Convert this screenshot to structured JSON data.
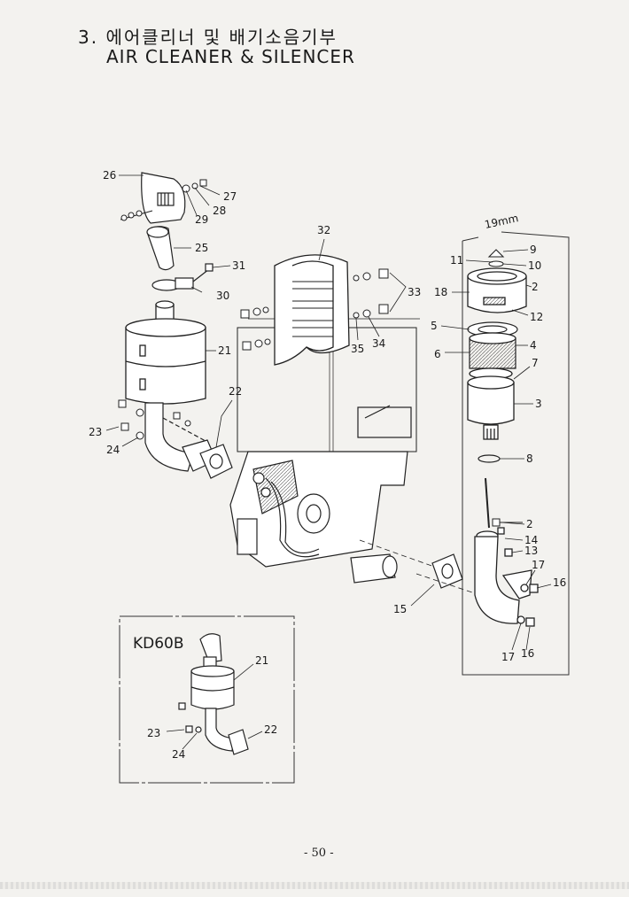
{
  "header": {
    "title_ko": "3. 에어클리너 및 배기소음기부",
    "title_en": "AIR CLEANER & SILENCER"
  },
  "inset": {
    "title": "KD60B",
    "callouts": [
      "21",
      "22",
      "23",
      "24"
    ]
  },
  "box_note": "19mm",
  "callouts": {
    "c26": "26",
    "c27": "27",
    "c28": "28",
    "c29": "29",
    "c25": "25",
    "c31": "31",
    "c30": "30",
    "c21": "21",
    "c22": "22",
    "c23": "23",
    "c24": "24",
    "c32": "32",
    "c33": "33",
    "c34": "34",
    "c35": "35",
    "c9": "9",
    "c11": "11",
    "c10": "10",
    "c18": "18",
    "c2a": "2",
    "c12": "12",
    "c5": "5",
    "c4": "4",
    "c6": "6",
    "c7": "7",
    "c3": "3",
    "c8": "8",
    "c2b": "2",
    "c14": "14",
    "c13": "13",
    "c17a": "17",
    "c16a": "16",
    "c15": "15",
    "c17b": "17",
    "c16b": "16"
  },
  "footer": {
    "page_number": "- 50 -"
  }
}
